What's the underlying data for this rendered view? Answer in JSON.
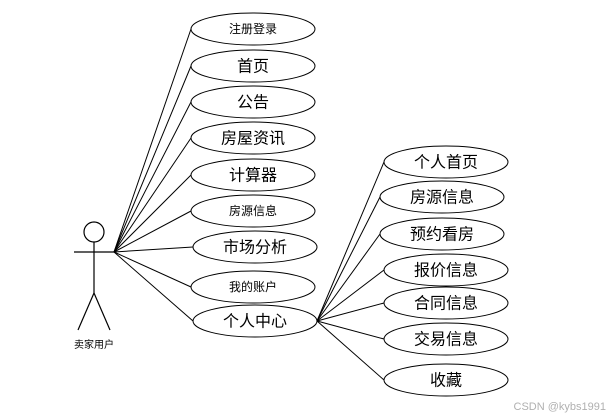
{
  "actor": {
    "label": "卖家用户"
  },
  "use_cases": [
    {
      "id": "register-login",
      "label": "注册登录"
    },
    {
      "id": "home",
      "label": "首页"
    },
    {
      "id": "announcement",
      "label": "公告"
    },
    {
      "id": "house-info",
      "label": "房屋资讯"
    },
    {
      "id": "calculator",
      "label": "计算器"
    },
    {
      "id": "house-source",
      "label": "房源信息"
    },
    {
      "id": "market-analysis",
      "label": "市场分析"
    },
    {
      "id": "my-account",
      "label": "我的账户"
    },
    {
      "id": "personal-center",
      "label": "个人中心"
    }
  ],
  "sub_use_cases": [
    {
      "id": "personal-home",
      "label": "个人首页"
    },
    {
      "id": "house-source-info",
      "label": "房源信息"
    },
    {
      "id": "appointment-viewing",
      "label": "预约看房"
    },
    {
      "id": "quote-info",
      "label": "报价信息"
    },
    {
      "id": "contract-info",
      "label": "合同信息"
    },
    {
      "id": "transaction-info",
      "label": "交易信息"
    },
    {
      "id": "favorites",
      "label": "收藏"
    }
  ],
  "watermark": "CSDN @kybs1991"
}
